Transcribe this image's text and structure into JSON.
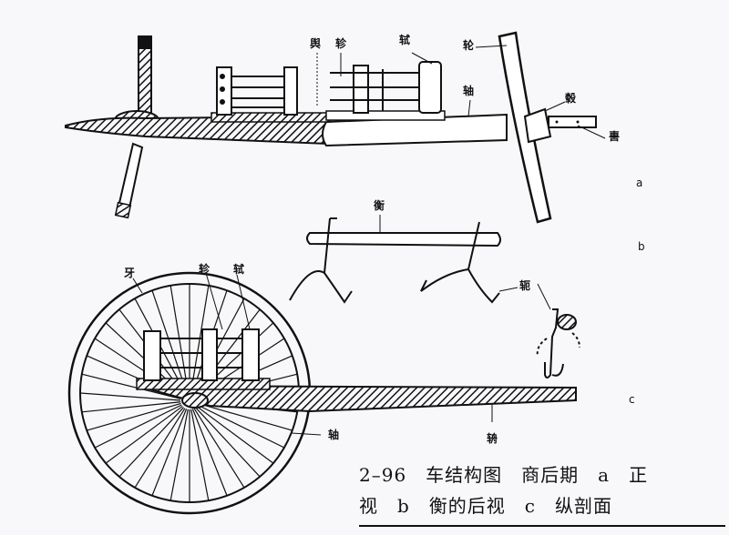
{
  "figure": {
    "labels": {
      "yu": "舆",
      "zhen": "轸",
      "shi": "轼",
      "lun": "轮",
      "zhou": "轴",
      "gu": "毂",
      "wei": "軎",
      "heng": "衡",
      "e": "轭",
      "ya": "牙",
      "zhen_c": "轸",
      "shi_c": "轼",
      "zhou_c": "轴",
      "zhou_pole": "辀"
    },
    "subfigure_letters": {
      "a": "a",
      "b": "b",
      "c": "c"
    }
  },
  "caption": {
    "line1": "2–96　车结构图　商后期　a　正",
    "line2": "视　b　衡的后视　c　纵剖面"
  },
  "colors": {
    "ink": "#111111",
    "paper": "#f8f8fb"
  }
}
